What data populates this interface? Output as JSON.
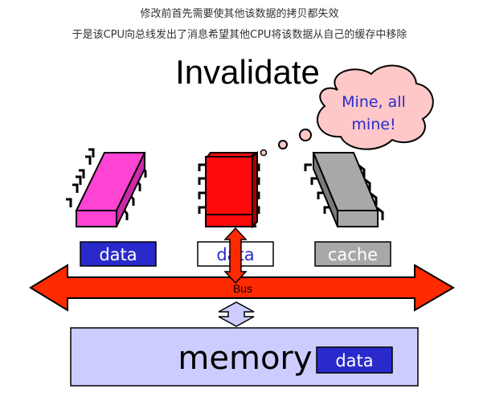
{
  "captions": {
    "line1": "修改前首先需要使其他该数据的拷贝都失效",
    "line2": "于是该CPU向总线发出了消息希望其他CPU将该数据从自己的缓存中移除"
  },
  "diagram": {
    "title": "Invalidate",
    "thought_line1": "Mine, all",
    "thought_line2": "mine!",
    "cpu_left_cache": "data",
    "cpu_middle_cache": "data",
    "cpu_right_cache": "cache",
    "bus_label": "Bus",
    "memory_label": "memory",
    "memory_cell": "data"
  },
  "colors": {
    "cpu_left": "#ff44d4",
    "cpu_middle": "#ff0a0a",
    "cpu_right": "#a8a8a8",
    "bus_fill": "#ff2a00",
    "memory_fill": "#ccccff",
    "cache_blue": "#2a2acc",
    "cloud_fill": "#ffc8c8",
    "thought_text": "#2a2acc"
  }
}
